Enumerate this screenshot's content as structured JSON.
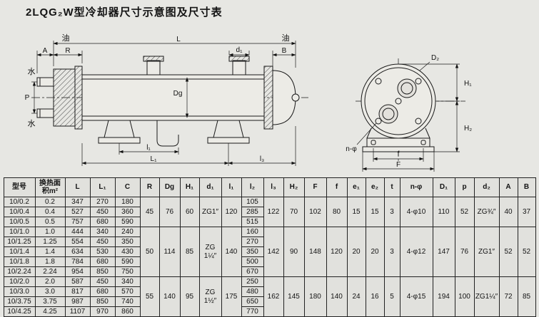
{
  "title": "2LQG₂W型冷却器尺寸示意图及尺寸表",
  "colors": {
    "paper": "#e7e7e3",
    "ink": "#1a1a1a"
  },
  "drawing": {
    "oil_left": "油",
    "oil_right": "油",
    "water_top": "水",
    "water_bottom": "水",
    "dim_P": "P",
    "dim_A": "A",
    "dim_R": "R",
    "dim_L": "L",
    "dim_d1": "d₁",
    "dim_B": "B",
    "dim_Dg": "Dg",
    "dim_l1": "l₁",
    "dim_L1": "L₁",
    "dim_l3": "l₃",
    "dim_H1": "H₁",
    "dim_H2": "H₂",
    "dim_D2": "D₂",
    "dim_n_phi": "n-φ",
    "dim_f": "f",
    "dim_F": "F"
  },
  "table": {
    "headers": [
      "型号",
      "换热面\n积m²",
      "L",
      "L₁",
      "C",
      "R",
      "Dg",
      "H₁",
      "d₁",
      "l₁",
      "l₂",
      "l₃",
      "H₂",
      "F",
      "f",
      "e₁",
      "e₂",
      "t",
      "n-φ",
      "D₁",
      "p",
      "d₂",
      "A",
      "B"
    ],
    "groups": [
      {
        "rows": [
          {
            "model": "10/0.2",
            "area": "0.2",
            "L": "347",
            "L1": "270",
            "C": "180",
            "l2": "105"
          },
          {
            "model": "10/0.4",
            "area": "0.4",
            "L": "527",
            "L1": "450",
            "C": "360",
            "l2": "285"
          },
          {
            "model": "10/0.5",
            "area": "0.5",
            "L": "757",
            "L1": "680",
            "C": "590",
            "l2": "515"
          }
        ],
        "shared": {
          "R": "45",
          "Dg": "76",
          "H1": "60",
          "d1": "ZG1″",
          "l1": "120",
          "l3": "122",
          "H2": "70",
          "F": "102",
          "f": "80",
          "e1": "15",
          "e2": "15",
          "t": "3",
          "n_phi": "4-φ10",
          "D1": "110",
          "p": "52",
          "d2": "ZG¾″",
          "A": "40",
          "B": "37"
        }
      },
      {
        "rows": [
          {
            "model": "10/1.0",
            "area": "1.0",
            "L": "444",
            "L1": "340",
            "C": "240",
            "l2": "160"
          },
          {
            "model": "10/1.25",
            "area": "1.25",
            "L": "554",
            "L1": "450",
            "C": "350",
            "l2": "270"
          },
          {
            "model": "10/1.4",
            "area": "1.4",
            "L": "634",
            "L1": "530",
            "C": "430",
            "l2": "350"
          },
          {
            "model": "10/1.8",
            "area": "1.8",
            "L": "784",
            "L1": "680",
            "C": "590",
            "l2": "500"
          },
          {
            "model": "10/2.24",
            "area": "2.24",
            "L": "954",
            "L1": "850",
            "C": "750",
            "l2": "670"
          }
        ],
        "shared": {
          "R": "50",
          "Dg": "114",
          "H1": "85",
          "d1": "ZG\n1¼″",
          "l1": "140",
          "l3": "142",
          "H2": "90",
          "F": "148",
          "f": "120",
          "e1": "20",
          "e2": "20",
          "t": "3",
          "n_phi": "4-φ12",
          "D1": "147",
          "p": "76",
          "d2": "ZG1″",
          "A": "52",
          "B": "52"
        }
      },
      {
        "rows": [
          {
            "model": "10/2.0",
            "area": "2.0",
            "L": "587",
            "L1": "450",
            "C": "340",
            "l2": "250"
          },
          {
            "model": "10/3.0",
            "area": "3.0",
            "L": "817",
            "L1": "680",
            "C": "570",
            "l2": "480"
          },
          {
            "model": "10/3.75",
            "area": "3.75",
            "L": "987",
            "L1": "850",
            "C": "740",
            "l2": "650"
          },
          {
            "model": "10/4.25",
            "area": "4.25",
            "L": "1107",
            "L1": "970",
            "C": "860",
            "l2": "770"
          }
        ],
        "shared": {
          "R": "55",
          "Dg": "140",
          "H1": "95",
          "d1": "ZG\n1½″",
          "l1": "175",
          "l3": "162",
          "H2": "145",
          "F": "180",
          "f": "140",
          "e1": "24",
          "e2": "16",
          "t": "5",
          "n_phi": "4-φ15",
          "D1": "194",
          "p": "100",
          "d2": "ZG1¼″",
          "A": "72",
          "B": "85"
        }
      }
    ]
  }
}
